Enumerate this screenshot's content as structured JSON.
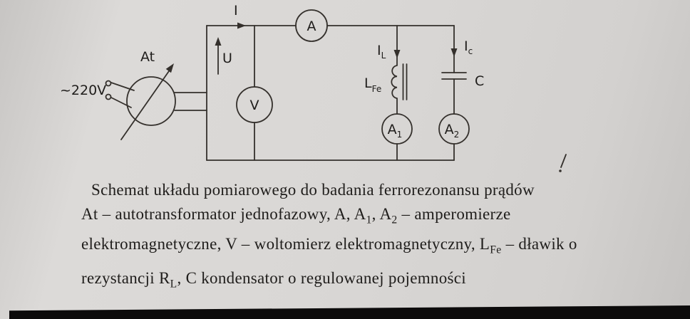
{
  "diagram": {
    "source_voltage": "~220V",
    "autotransformer": "At",
    "current_main": "I",
    "voltage_u": "U",
    "ammeter_main": "A",
    "voltmeter": "V",
    "current_l": "I",
    "current_l_sub": "L",
    "current_c": "I",
    "current_c_sub": "c",
    "inductor": "L",
    "inductor_sub": "Fe",
    "capacitor": "C",
    "ammeter_1": "A",
    "ammeter_1_sub": "1",
    "ammeter_2": "A",
    "ammeter_2_sub": "2"
  },
  "caption": {
    "line1": "Schemat układu pomiarowego do badania ferrorezonansu prądów",
    "line2_a": "At – autotransformator jednofazowy, A, A",
    "line2_sub1": "1",
    "line2_b": ", A",
    "line2_sub2": "2",
    "line2_c": " – amperomierze",
    "line3_a": "elektromagnetyczne, V – woltomierz elektromagnetyczny, L",
    "line3_sub1": "Fe",
    "line3_b": " – dławik o",
    "line4_a": "rezystancji R",
    "line4_sub1": "L",
    "line4_b": ", C kondensator o regulowanej pojemności"
  },
  "colors": {
    "paper": "#d8d6d4",
    "ink": "#1f1d1b",
    "line": "#34302c",
    "strip": "#0c0b0b"
  }
}
